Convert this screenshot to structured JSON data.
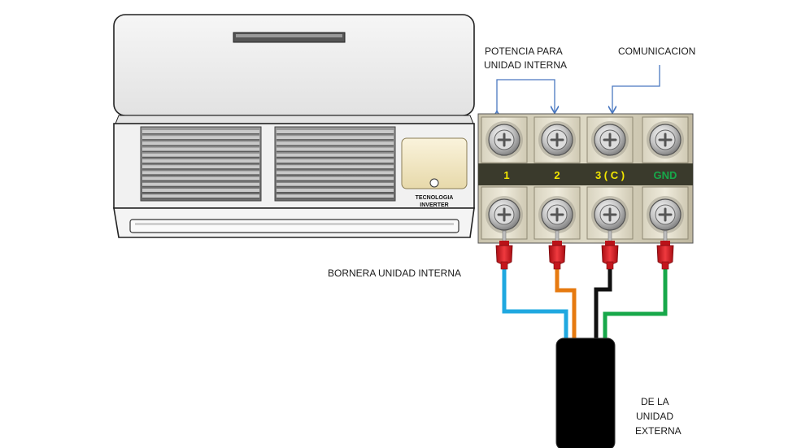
{
  "labels": {
    "power_line1": "POTENCIA PARA",
    "power_line2": "UNIDAD INTERNA",
    "communication": "COMUNICACION",
    "terminal_block": "BORNERA UNIDAD INTERNA",
    "outdoor_line1": "DE LA",
    "outdoor_line2": "UNIDAD",
    "outdoor_line3": "EXTERNA"
  },
  "badge": {
    "line1": "TECNOLOGIA",
    "line2": "INVERTER"
  },
  "terminals": [
    {
      "label": "1",
      "label_color": "#f2e600",
      "wire_color": "#1fa8e0"
    },
    {
      "label": "2",
      "label_color": "#f2e600",
      "wire_color": "#e67a10"
    },
    {
      "label": "3 ( C )",
      "label_color": "#f2e600",
      "wire_color": "#111111"
    },
    {
      "label": "GND",
      "label_color": "#17a84a",
      "wire_color": "#17a84a"
    }
  ],
  "colors": {
    "arrow": "#4a78c0",
    "connector": "#d8141c",
    "cable": "#000000",
    "block_band": "#3a3a2c"
  }
}
